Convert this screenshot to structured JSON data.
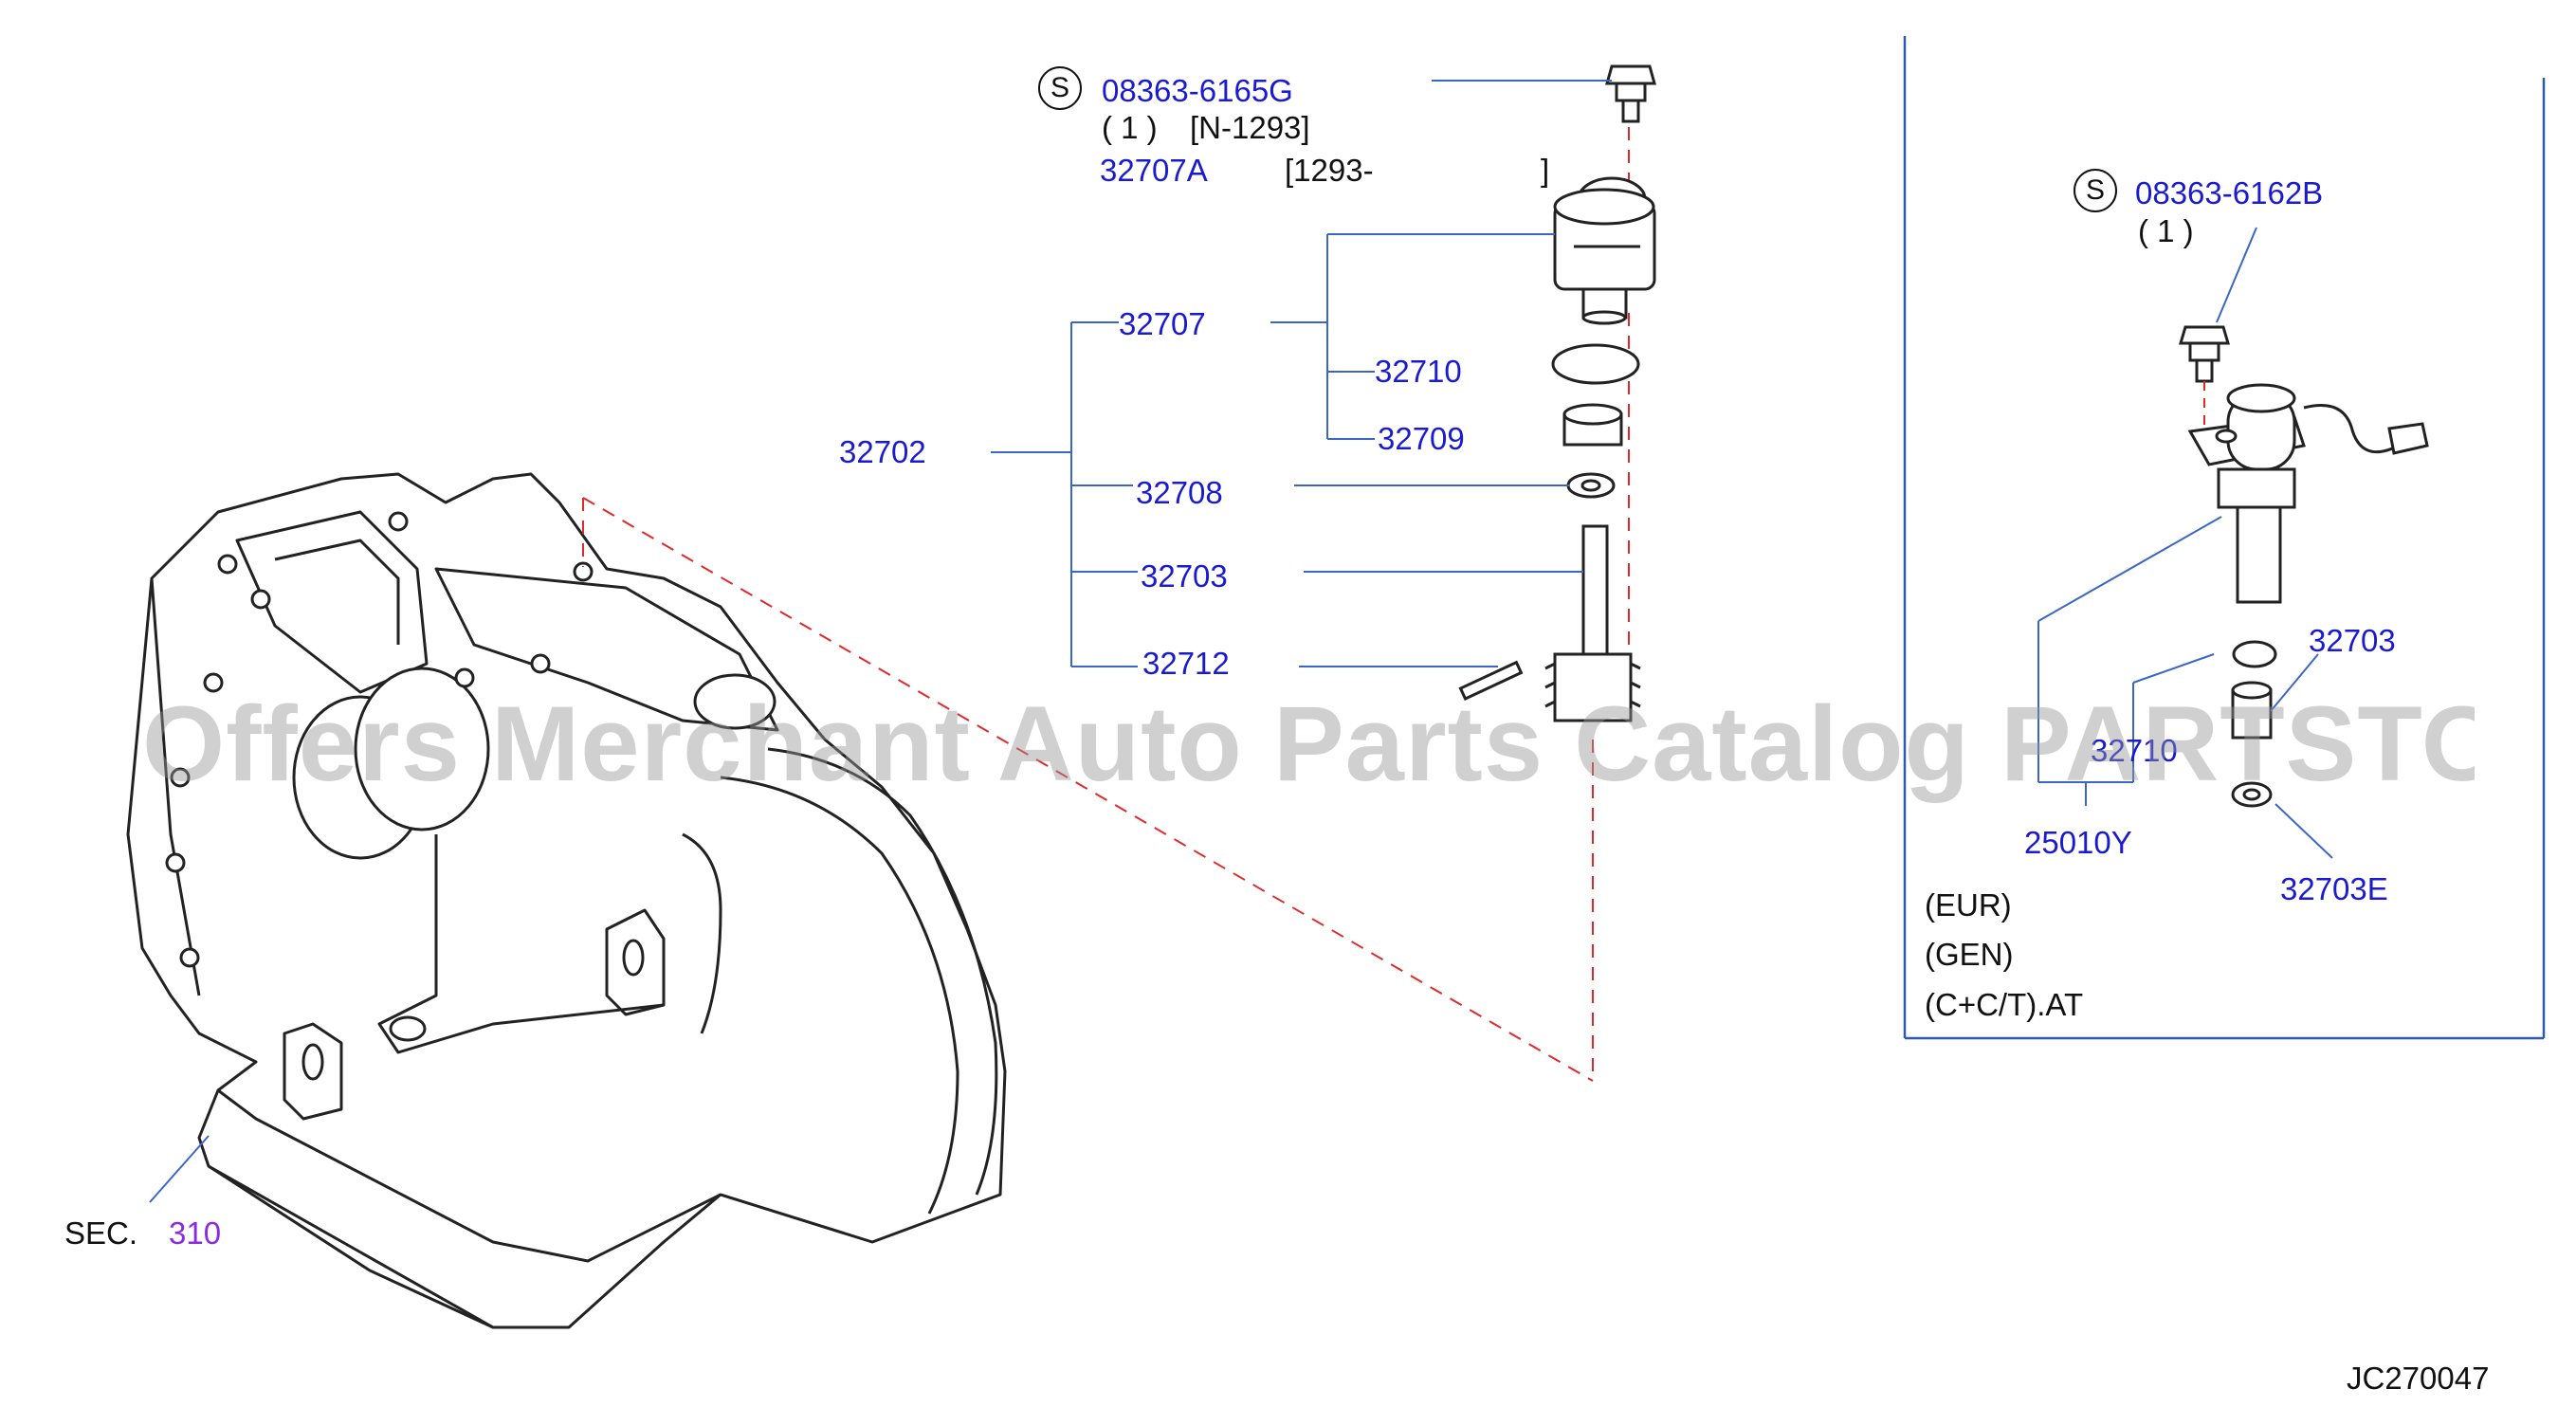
{
  "watermark": "Offers Merchant Auto Parts Catalog PARTSTORE.SA",
  "diagram_code": "JC270047",
  "section_ref": {
    "prefix": "SEC.",
    "number": "310"
  },
  "left_group": {
    "bolt": {
      "symbol": "S",
      "part": "08363-6165G",
      "qty": "( 1 )",
      "range": "[N-1293]"
    },
    "alt_part": {
      "part": "32707A",
      "range_open": "[1293-",
      "range_close": "]"
    },
    "assembly": "32702",
    "parts": [
      "32707",
      "32710",
      "32709",
      "32708",
      "32703",
      "32712"
    ]
  },
  "right_group": {
    "bolt": {
      "symbol": "S",
      "part": "08363-6162B",
      "qty": "( 1 )"
    },
    "parts": [
      "32703",
      "32710",
      "25010Y",
      "32703E"
    ],
    "notes": [
      "(EUR)",
      "(GEN)",
      "(C+C/T).AT"
    ]
  },
  "colors": {
    "label_blue": "#1a1acf",
    "leader_blue": "#3a66c4",
    "dash_red": "#e02a2a",
    "drawing": "#222222",
    "section_purple": "#8a2be2"
  }
}
